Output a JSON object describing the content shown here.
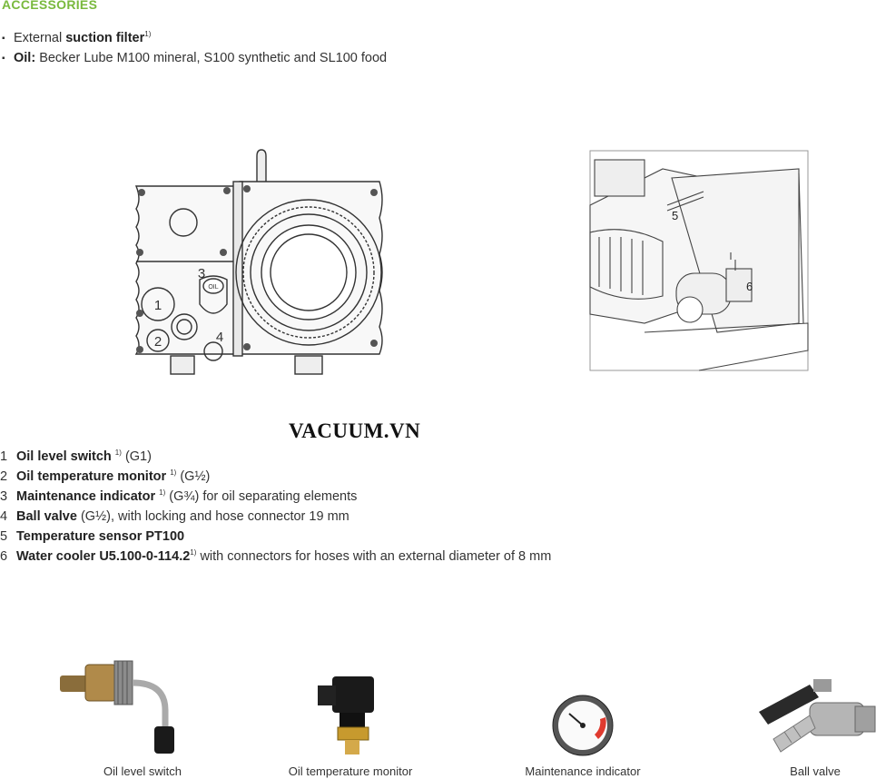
{
  "heading": "ACCESSORIES",
  "accessories": [
    {
      "pre": "External ",
      "bold": "suction filter",
      "sup": "1)",
      "post": ""
    },
    {
      "pre": "",
      "bold": "Oil:",
      "sup": "",
      "post": " Becker Lube M100 mineral, S100 synthetic and SL100 food"
    }
  ],
  "watermark": "VACUUM.VN",
  "diagram_labels": {
    "front": [
      "1",
      "2",
      "3",
      "4"
    ],
    "front_badge": "OIL",
    "side": [
      "5",
      "6"
    ]
  },
  "legend": [
    {
      "num": "1",
      "bold": "Oil level switch",
      "sup": "1)",
      "post": " (G1)"
    },
    {
      "num": "2",
      "bold": "Oil temperature monitor",
      "sup": "1)",
      "post": " (G½)"
    },
    {
      "num": "3",
      "bold": "Maintenance indicator",
      "sup": "1)",
      "post": " (G¾) for oil separating elements"
    },
    {
      "num": "4",
      "bold": "Ball valve",
      "sup": "",
      "post": " (G½), with locking and hose connector 19 mm"
    },
    {
      "num": "5",
      "bold": "Temperature sensor PT100",
      "sup": "",
      "post": ""
    },
    {
      "num": "6",
      "bold": "Water cooler U5.100-0-114.2",
      "sup": "1)",
      "post": " with connectors for hoses with an external diameter of 8 mm"
    }
  ],
  "products": [
    {
      "caption": "Oil level switch"
    },
    {
      "caption": "Oil temperature monitor"
    },
    {
      "caption": "Maintenance indicator"
    },
    {
      "caption": "Ball valve"
    }
  ],
  "colors": {
    "accent": "#79b93d",
    "gauge_red": "#e03a2f"
  }
}
